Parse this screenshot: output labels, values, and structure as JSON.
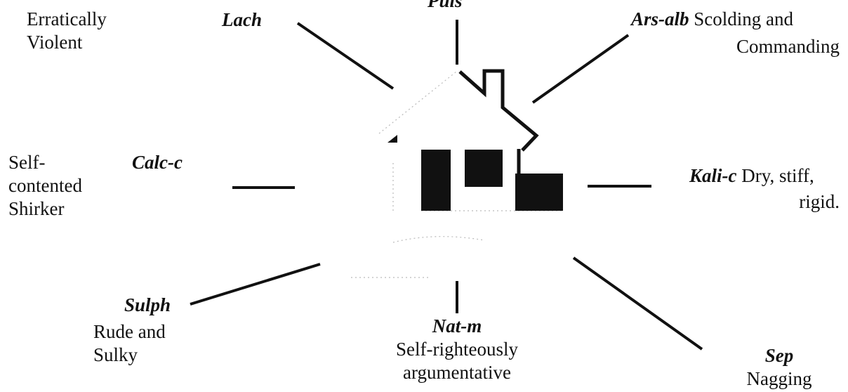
{
  "center": {
    "icon": "house-icon"
  },
  "remedies": [
    {
      "id": "puls",
      "abbr": "Puls",
      "description": []
    },
    {
      "id": "lach",
      "abbr": "Lach",
      "description": [
        "Erratically",
        "Violent"
      ]
    },
    {
      "id": "ars-alb",
      "abbr": "Ars-alb",
      "description": [
        "Scolding and",
        "Commanding"
      ]
    },
    {
      "id": "calc-c",
      "abbr": "Calc-c",
      "description": [
        "Self-",
        "contented",
        "Shirker"
      ]
    },
    {
      "id": "kali-c",
      "abbr": "Kali-c",
      "description": [
        "Dry, stiff,",
        "rigid."
      ]
    },
    {
      "id": "sulph",
      "abbr": "Sulph",
      "description": [
        "Rude and",
        "Sulky"
      ]
    },
    {
      "id": "nat-m",
      "abbr": "Nat-m",
      "description": [
        "Self-righteously",
        "argumentative"
      ]
    },
    {
      "id": "sep",
      "abbr": "Sep",
      "description": [
        "Nagging"
      ]
    }
  ],
  "colors": {
    "ink": "#111111",
    "background": "#ffffff"
  }
}
